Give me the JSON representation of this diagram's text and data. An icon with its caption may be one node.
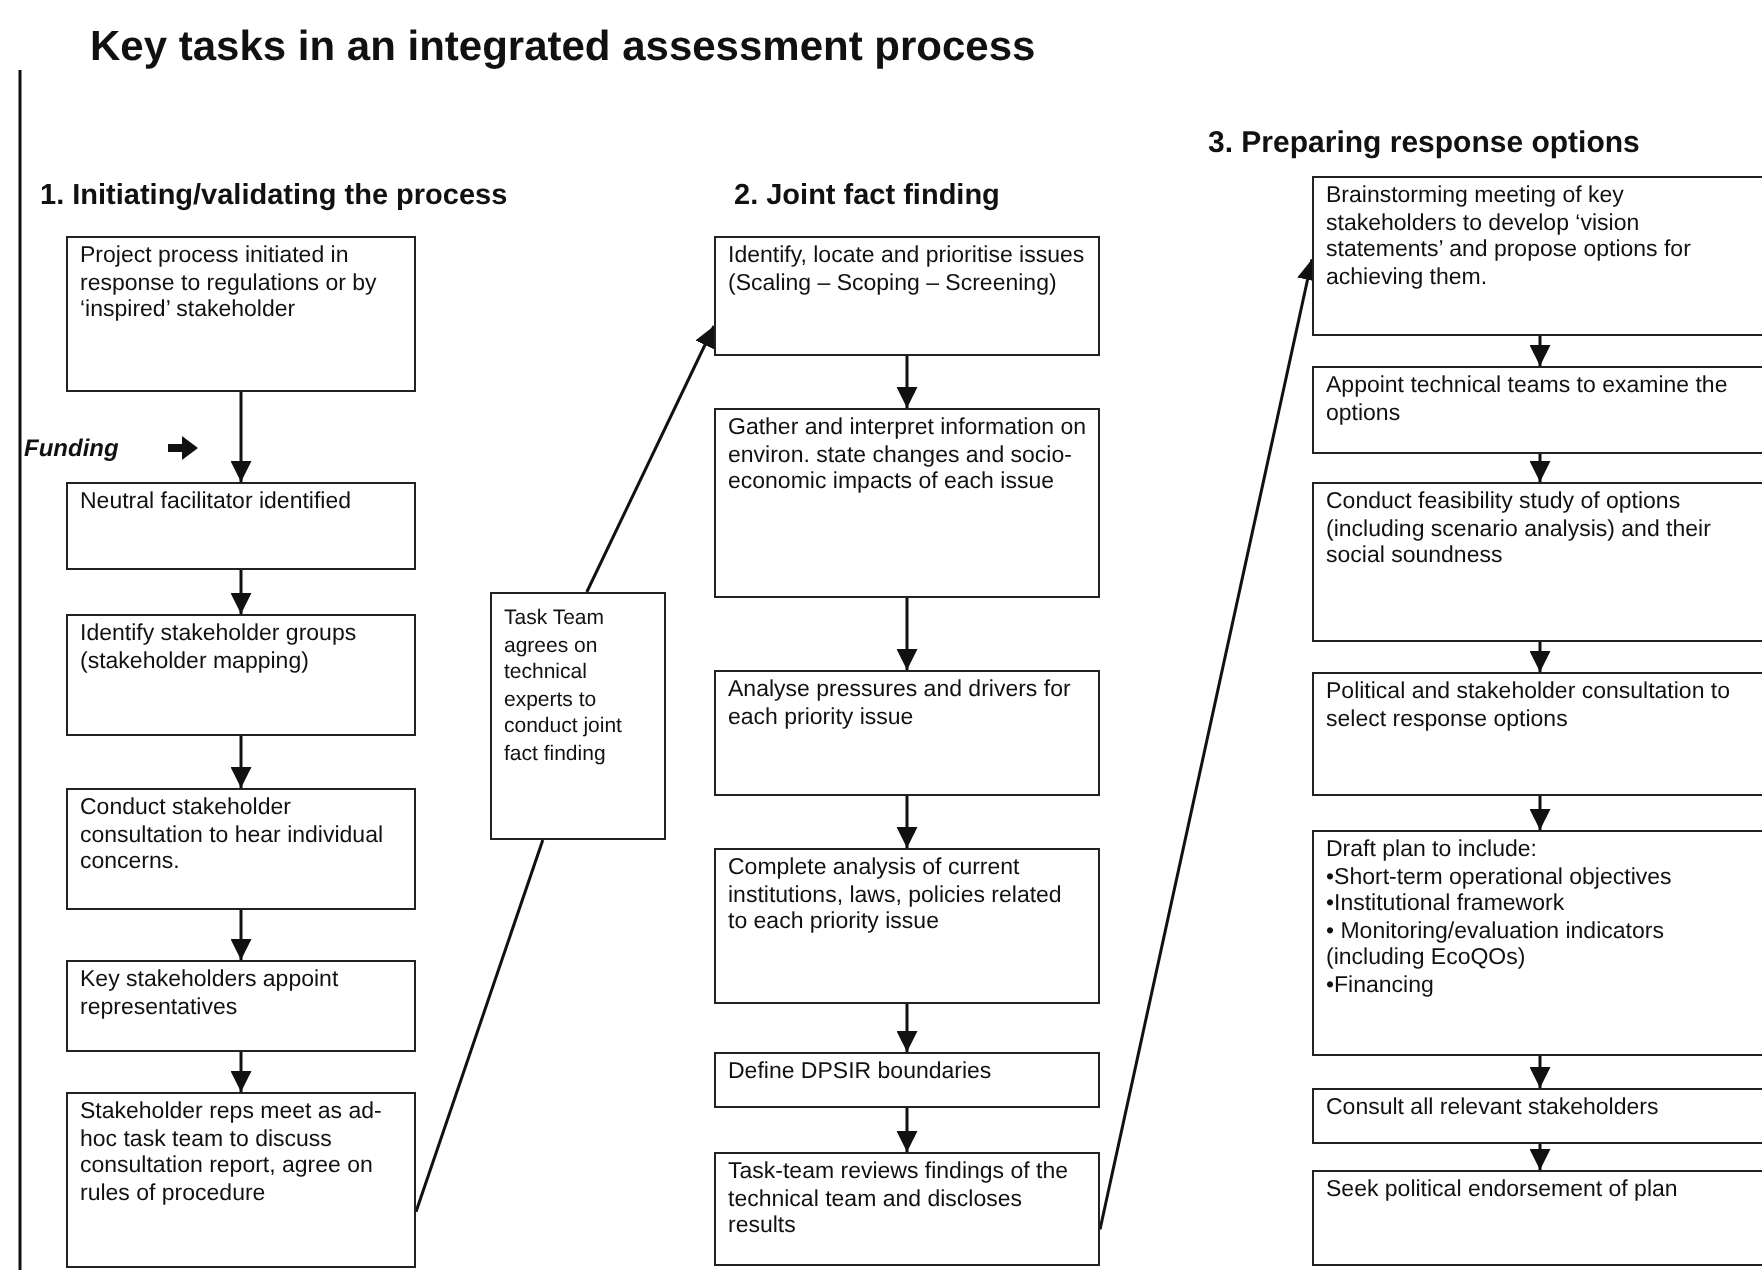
{
  "diagram": {
    "title": "Key tasks in an integrated assessment process",
    "nodes": [
      {
        "text": [
          "Project process initiated in response to regulations or by ‘inspired’ stakeholder"
        ]
      },
      {
        "text": [
          "Neutral facilitator identified"
        ]
      },
      {
        "text": [
          "Identify stakeholder groups (stakeholder mapping)"
        ]
      },
      {
        "text": [
          "Conduct stakeholder consultation to hear individual concerns."
        ]
      },
      {
        "text": [
          "Key stakeholders appoint representatives"
        ]
      },
      {
        "text": [
          "Stakeholder reps meet as ad-hoc task team to discuss consultation report, agree on rules of procedure"
        ]
      },
      {
        "text": [
          "Task Team agrees on technical experts to conduct joint fact finding"
        ]
      },
      {
        "text": [
          "Identify,  locate and prioritise issues (Scaling – Scoping – Screening)"
        ]
      },
      {
        "text": [
          "Gather and interpret information on environ. state changes and socio-economic impacts of each issue"
        ]
      },
      {
        "text": [
          "Analyse pressures and drivers for each priority issue"
        ]
      },
      {
        "text": [
          "Complete analysis of current institutions, laws, policies related to each priority issue"
        ]
      },
      {
        "text": [
          "Define DPSIR boundaries"
        ]
      },
      {
        "text": [
          "Task-team reviews findings of the technical team and discloses results"
        ]
      },
      {
        "text": [
          "Brainstorming meeting of key stakeholders to develop ‘vision statements’  and propose options for achieving them."
        ]
      },
      {
        "text": [
          "Appoint technical teams to examine the options"
        ]
      },
      {
        "text": [
          "Conduct feasibility study of options (including scenario analysis) and their social soundness"
        ]
      },
      {
        "text": [
          "Political and stakeholder consultation to select response options"
        ]
      },
      {
        "text": [
          "Draft plan to include:",
          "•Short-term operational objectives",
          "•Institutional framework",
          "• Monitoring/evaluation indicators (including EcoQOs)",
          "•Financing"
        ]
      },
      {
        "text": [
          "Consult all relevant stakeholders"
        ]
      },
      {
        "text": [
          "Seek  political endorsement of plan"
        ]
      }
    ],
    "edges": [
      {
        "from": 0,
        "to": 1,
        "arrow": "to"
      },
      {
        "from": 1,
        "to": 2,
        "arrow": "to"
      },
      {
        "from": 2,
        "to": 3,
        "arrow": "to"
      },
      {
        "from": 3,
        "to": 4,
        "arrow": "to"
      },
      {
        "from": 4,
        "to": 5,
        "arrow": "to"
      },
      {
        "from": 5,
        "to": 6,
        "arrow": "none"
      },
      {
        "from": 6,
        "to": 7,
        "arrow": "to"
      },
      {
        "from": 7,
        "to": 8,
        "arrow": "to"
      },
      {
        "from": 8,
        "to": 9,
        "arrow": "to"
      },
      {
        "from": 9,
        "to": 10,
        "arrow": "to"
      },
      {
        "from": 10,
        "to": 11,
        "arrow": "to"
      },
      {
        "from": 11,
        "to": 12,
        "arrow": "to"
      },
      {
        "from": 12,
        "to": 13,
        "arrow": "to"
      },
      {
        "from": 13,
        "to": 14,
        "arrow": "to"
      },
      {
        "from": 14,
        "to": 15,
        "arrow": "to"
      },
      {
        "from": 15,
        "to": 16,
        "arrow": "to"
      },
      {
        "from": 16,
        "to": 17,
        "arrow": "to"
      },
      {
        "from": 17,
        "to": 18,
        "arrow": "to"
      },
      {
        "from": 18,
        "to": 19,
        "arrow": "to"
      }
    ],
    "labels": [
      "3. Preparing response options",
      "1. Initiating/validating the process",
      "2. Joint fact finding",
      "Funding"
    ]
  }
}
